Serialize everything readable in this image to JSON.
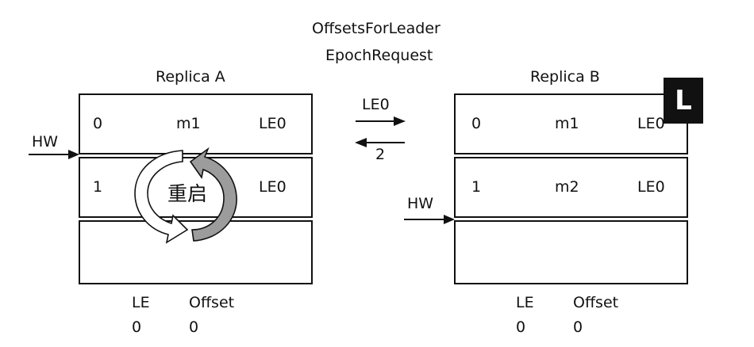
{
  "request_label": {
    "line1": "OffsetsForLeader",
    "line2": "EpochRequest"
  },
  "replica_a": {
    "title": "Replica A",
    "hw_label": "HW",
    "rows": [
      {
        "offset": "0",
        "message": "m1",
        "epoch": "LE0"
      },
      {
        "offset": "1",
        "message": "",
        "epoch": "LE0"
      },
      {
        "offset": "",
        "message": "",
        "epoch": ""
      }
    ],
    "restart_label": "重启",
    "footer": {
      "le_label": "LE",
      "offset_label": "Offset",
      "le_value": "0",
      "offset_value": "0"
    }
  },
  "replica_b": {
    "title": "Replica B",
    "leader_badge": "L",
    "hw_label": "HW",
    "rows": [
      {
        "offset": "0",
        "message": "m1",
        "epoch": "LE0"
      },
      {
        "offset": "1",
        "message": "m2",
        "epoch": "LE0"
      },
      {
        "offset": "",
        "message": "",
        "epoch": ""
      }
    ],
    "footer": {
      "le_label": "LE",
      "offset_label": "Offset",
      "le_value": "0",
      "offset_value": "0"
    }
  },
  "exchange": {
    "request_arrow_label": "LE0",
    "response_arrow_label": "2"
  }
}
